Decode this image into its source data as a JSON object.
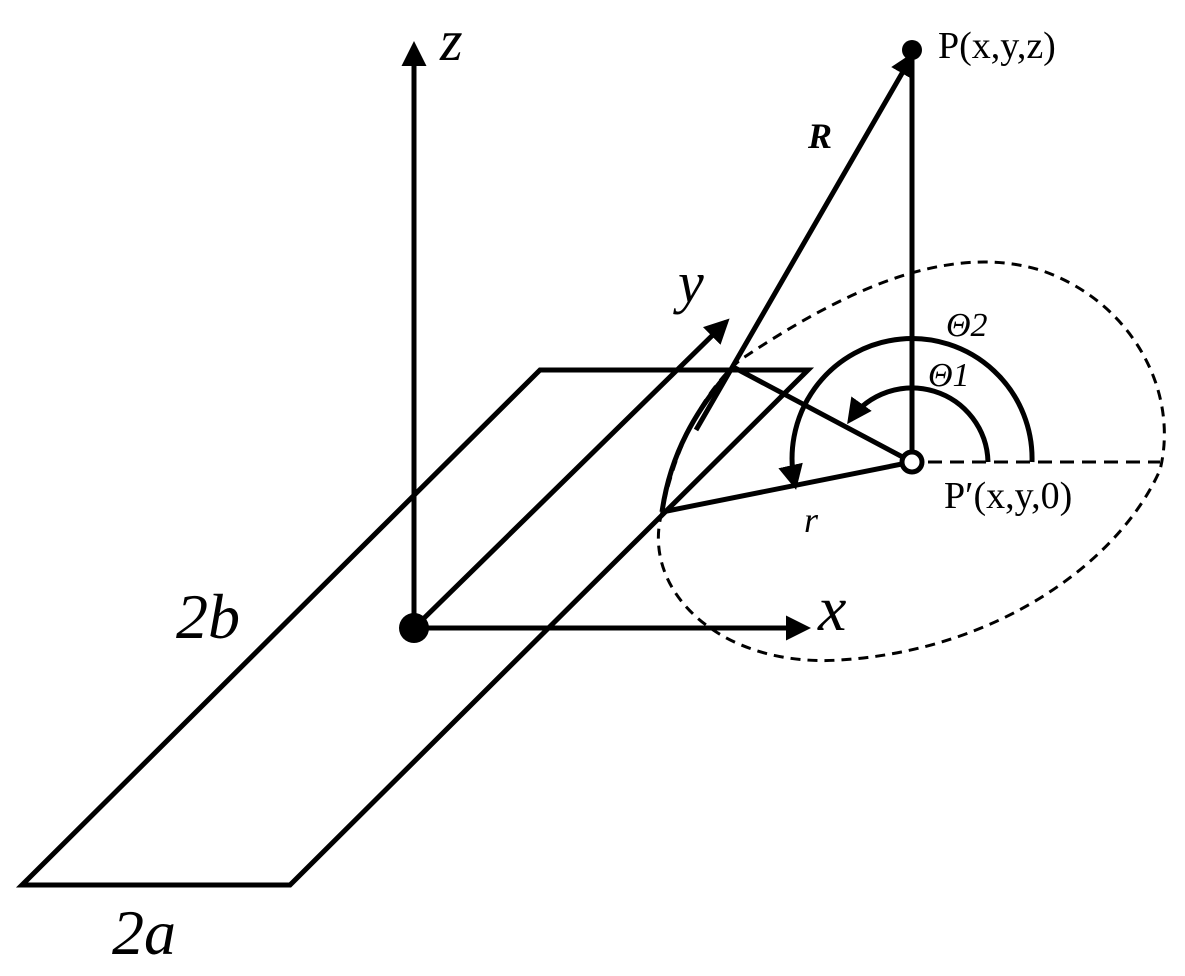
{
  "labels": {
    "z_axis": "z",
    "y_axis": "y",
    "x_axis": "x",
    "point_p": "P(x,y,z)",
    "point_p_prime": "P′(x,y,0)",
    "vector_R": "R",
    "radius_r": "r",
    "theta1": "Θ1",
    "theta2": "Θ2",
    "dim_2a": "2a",
    "dim_2b": "2b"
  },
  "colors": {
    "stroke": "#000000",
    "background": "#ffffff"
  }
}
